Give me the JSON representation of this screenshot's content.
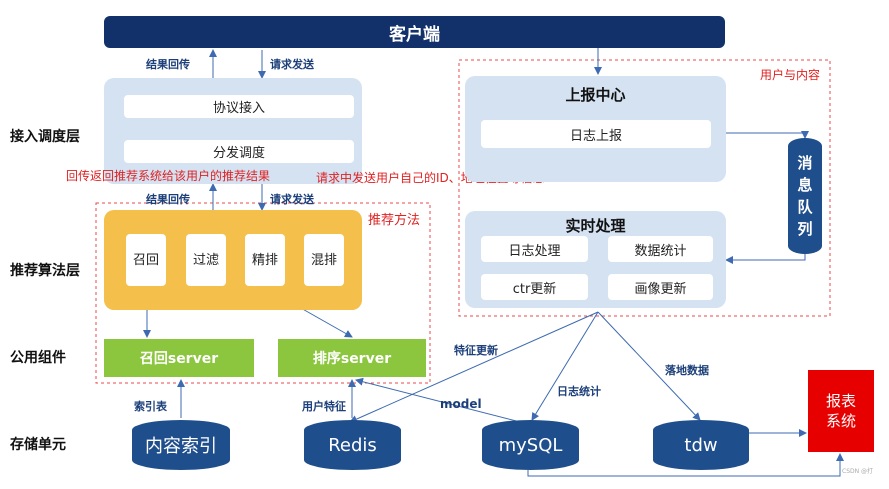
{
  "client": "客户端",
  "layers": {
    "access": "接入调度层",
    "algorithm": "推荐算法层",
    "common": "公用组件",
    "storage": "存储单元"
  },
  "top_labels": {
    "result_back": "结果回传",
    "request_send": "请求发送"
  },
  "access_panel": {
    "protocol": "协议接入",
    "dispatch": "分发调度"
  },
  "annotations": {
    "return_note": "回传返回推荐系统给该用户的推荐结果",
    "request_note": "请求中发送用户自己的ID、地理位置等信息",
    "result_back2": "结果回传",
    "request_send2": "请求发送"
  },
  "algorithm": {
    "group_label": "推荐方法",
    "steps": [
      "召回",
      "过滤",
      "精排",
      "混排"
    ]
  },
  "common_components": {
    "recall_server": "召回server",
    "rank_server": "排序server"
  },
  "right_group": {
    "label": "用户与内容",
    "report_center": {
      "title": "上报中心",
      "log_report": "日志上报"
    },
    "realtime": {
      "title": "实时处理",
      "items": [
        "日志处理",
        "数据统计",
        "ctr更新",
        "画像更新"
      ]
    },
    "queue": "消息队列"
  },
  "storage": {
    "content_index": "内容索引",
    "redis": "Redis",
    "mysql": "mySQL",
    "tdw": "tdw",
    "report_system": "报表系统"
  },
  "edge_labels": {
    "index_table": "索引表",
    "user_feature": "用户特征",
    "model": "model",
    "feature_update": "特征更新",
    "log_stats": "日志统计",
    "landing_data": "落地数据"
  },
  "watermark": "CSDN @打",
  "colors": {
    "client_bg": "#12306a",
    "panel_bg": "#d4e2f2",
    "algo_bg": "#f4bf4a",
    "green": "#8cc63f",
    "db_blue": "#1f4e8c",
    "report_red": "#e60000",
    "dashed_red": "#e84a4a",
    "arrow": "#3d6ab0"
  }
}
